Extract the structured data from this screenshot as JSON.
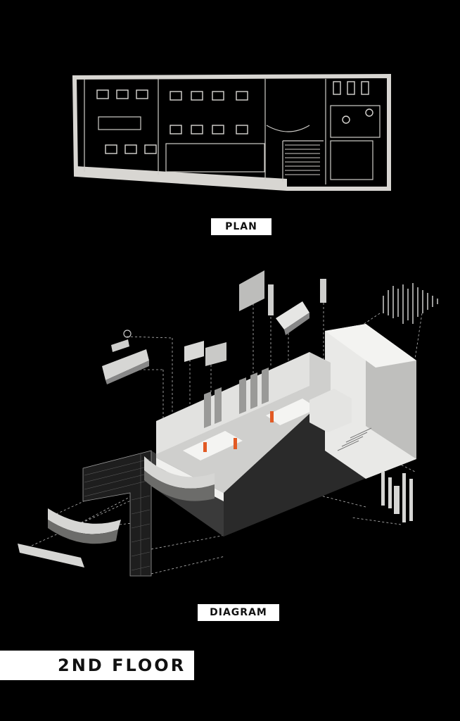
{
  "labels": {
    "plan": "PLAN",
    "diagram": "DIAGRAM",
    "floor": "2ND FLOOR"
  },
  "colors": {
    "background": "#000000",
    "wall": "#d8d6d2",
    "accent_figure": "#e25a24",
    "label_bg": "#ffffff"
  }
}
